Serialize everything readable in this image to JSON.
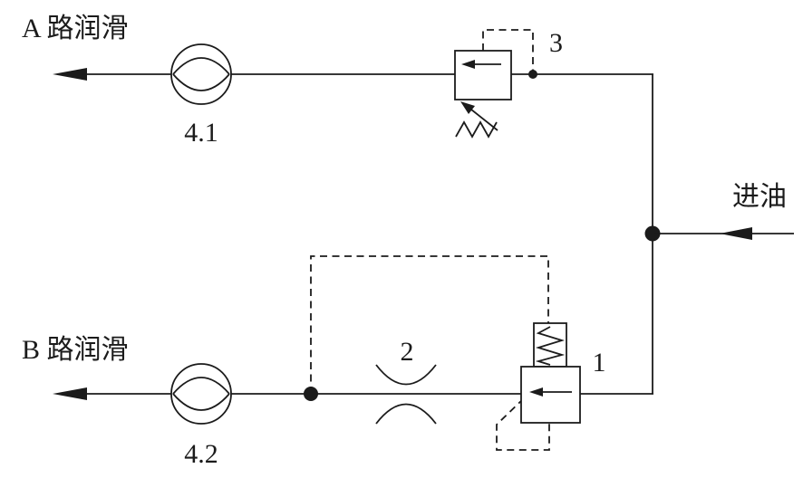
{
  "diagram": {
    "labels": {
      "line_a": "A 路润滑",
      "line_b": "B 路润滑",
      "inlet": "进油",
      "flow_meter_a": "4.1",
      "flow_meter_b": "4.2",
      "valve_3": "3",
      "orifice_2": "2",
      "valve_1": "1"
    },
    "colors": {
      "stroke": "#1b1b1b",
      "background": "#ffffff"
    }
  }
}
